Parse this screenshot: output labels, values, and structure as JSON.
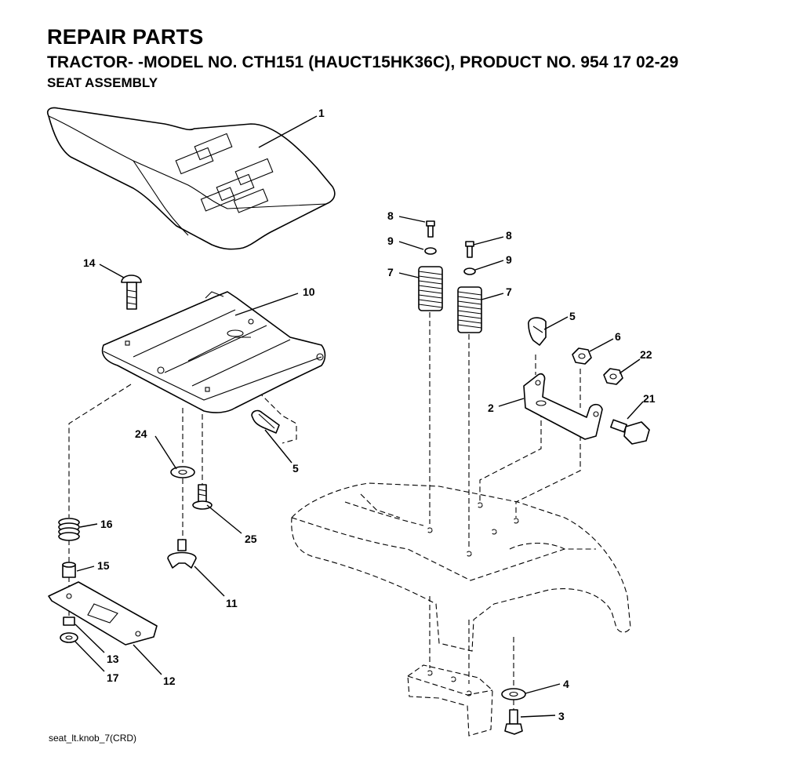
{
  "header": {
    "title": "REPAIR PARTS",
    "model_line": "TRACTOR- -MODEL NO. CTH151 (HAUCT15HK36C), PRODUCT NO. 954 17 02-29",
    "section": "SEAT ASSEMBLY"
  },
  "footer": {
    "drawing_ref": "seat_lt.knob_7(CRD)"
  },
  "callouts": [
    {
      "id": "c1",
      "label": "1"
    },
    {
      "id": "c2",
      "label": "2"
    },
    {
      "id": "c3",
      "label": "3"
    },
    {
      "id": "c4",
      "label": "4"
    },
    {
      "id": "c5a",
      "label": "5"
    },
    {
      "id": "c5b",
      "label": "5"
    },
    {
      "id": "c6",
      "label": "6"
    },
    {
      "id": "c7a",
      "label": "7"
    },
    {
      "id": "c7b",
      "label": "7"
    },
    {
      "id": "c8a",
      "label": "8"
    },
    {
      "id": "c8b",
      "label": "8"
    },
    {
      "id": "c9a",
      "label": "9"
    },
    {
      "id": "c9b",
      "label": "9"
    },
    {
      "id": "c10",
      "label": "10"
    },
    {
      "id": "c11",
      "label": "11"
    },
    {
      "id": "c12",
      "label": "12"
    },
    {
      "id": "c13",
      "label": "13"
    },
    {
      "id": "c14",
      "label": "14"
    },
    {
      "id": "c15",
      "label": "15"
    },
    {
      "id": "c16",
      "label": "16"
    },
    {
      "id": "c17",
      "label": "17"
    },
    {
      "id": "c21",
      "label": "21"
    },
    {
      "id": "c22",
      "label": "22"
    },
    {
      "id": "c24",
      "label": "24"
    },
    {
      "id": "c25",
      "label": "25"
    }
  ]
}
